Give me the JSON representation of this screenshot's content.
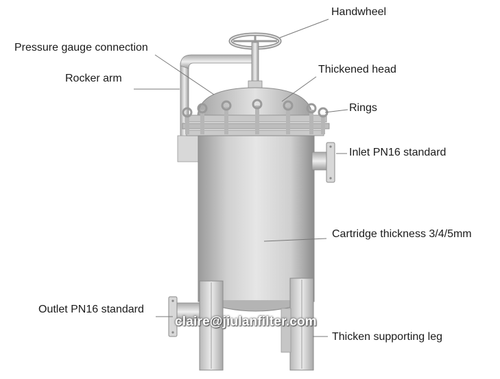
{
  "labels": {
    "handwheel": "Handwheel",
    "pressure_gauge": "Pressure gauge connection",
    "rocker_arm": "Rocker arm",
    "thickened_head": "Thickened head",
    "rings": "Rings",
    "inlet": "Inlet PN16 standard",
    "cartridge": "Cartridge thickness 3/4/5mm",
    "outlet": "Outlet PN16 standard",
    "leg": "Thicken supporting leg"
  },
  "watermark": "claire@jiulanfilter.com",
  "colors": {
    "steel_light": "#e4e4e4",
    "steel_mid": "#bdbdbd",
    "steel_dark": "#8e8e8e",
    "leader_line": "#777777",
    "text": "#1a1a1a"
  }
}
